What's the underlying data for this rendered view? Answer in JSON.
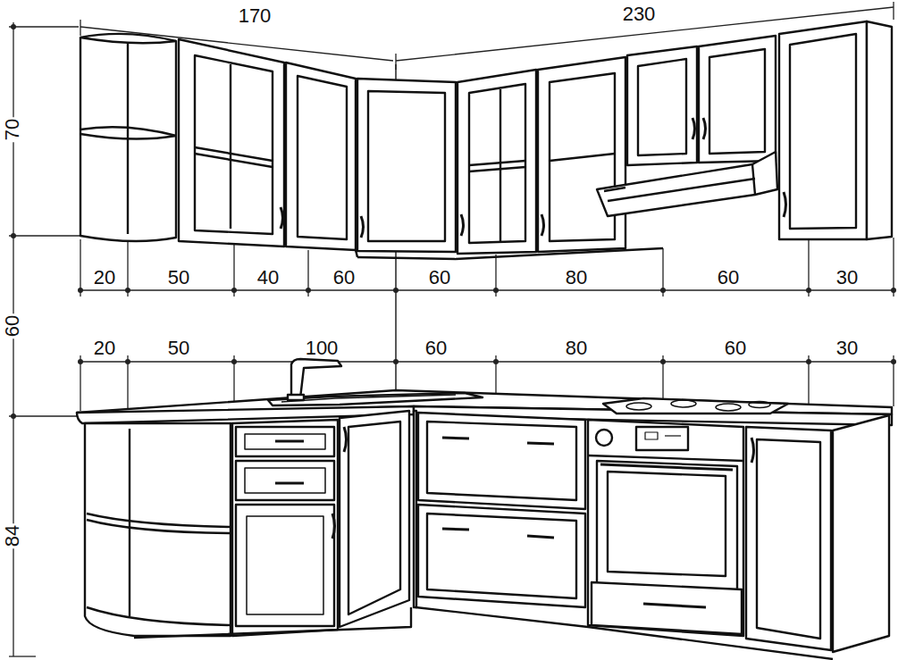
{
  "diagram": {
    "labels": [
      "170",
      "230",
      "70",
      "60",
      "84",
      "20",
      "50",
      "40",
      "60",
      "60",
      "80",
      "60",
      "30",
      "20",
      "50",
      "100",
      "60",
      "80",
      "60",
      "30"
    ]
  }
}
